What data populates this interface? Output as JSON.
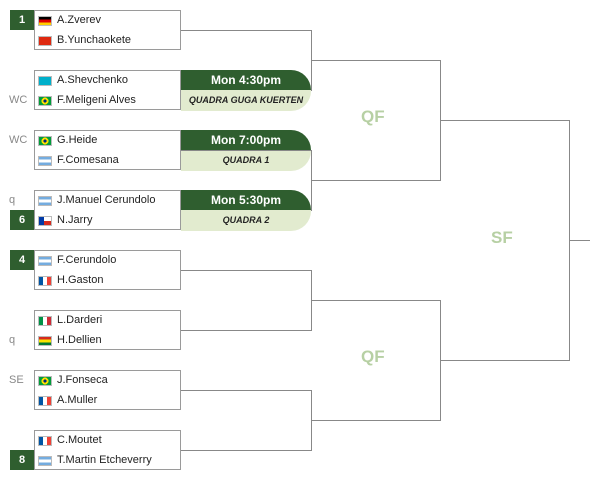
{
  "players": [
    {
      "name": "A.Zverev",
      "seed": "1",
      "tag": "",
      "flag": "de"
    },
    {
      "name": "B.Yunchaokete",
      "seed": "",
      "tag": "",
      "flag": "cn"
    },
    {
      "name": "A.Shevchenko",
      "seed": "",
      "tag": "",
      "flag": "kz"
    },
    {
      "name": "F.Meligeni Alves",
      "seed": "",
      "tag": "WC",
      "flag": "br"
    },
    {
      "name": "G.Heide",
      "seed": "",
      "tag": "WC",
      "flag": "br"
    },
    {
      "name": "F.Comesana",
      "seed": "",
      "tag": "",
      "flag": "ar"
    },
    {
      "name": "J.Manuel Cerundolo",
      "seed": "",
      "tag": "q",
      "flag": "ar"
    },
    {
      "name": "N.Jarry",
      "seed": "6",
      "tag": "",
      "flag": "cl"
    },
    {
      "name": "F.Cerundolo",
      "seed": "4",
      "tag": "",
      "flag": "ar"
    },
    {
      "name": "H.Gaston",
      "seed": "",
      "tag": "",
      "flag": "fr"
    },
    {
      "name": "L.Darderi",
      "seed": "",
      "tag": "",
      "flag": "it"
    },
    {
      "name": "H.Dellien",
      "seed": "",
      "tag": "q",
      "flag": "bo"
    },
    {
      "name": "J.Fonseca",
      "seed": "",
      "tag": "SE",
      "flag": "br"
    },
    {
      "name": "A.Muller",
      "seed": "",
      "tag": "",
      "flag": "fr"
    },
    {
      "name": "C.Moutet",
      "seed": "",
      "tag": "",
      "flag": "fr"
    },
    {
      "name": "T.Martin Etcheverry",
      "seed": "8",
      "tag": "",
      "flag": "ar"
    }
  ],
  "schedule": [
    {
      "time": "Mon 4:30pm",
      "court": "QUADRA GUGA KUERTEN"
    },
    {
      "time": "Mon 7:00pm",
      "court": "QUADRA 1"
    },
    {
      "time": "Mon 5:30pm",
      "court": "QUADRA 2"
    }
  ],
  "rounds": {
    "qf": "QF",
    "sf": "SF"
  },
  "colors": {
    "seed_bg": "#2f5e2f",
    "card_time_bg": "#2f5e2f",
    "card_court_bg": "#e2ebcf",
    "round_label": "#b7d0a4"
  }
}
